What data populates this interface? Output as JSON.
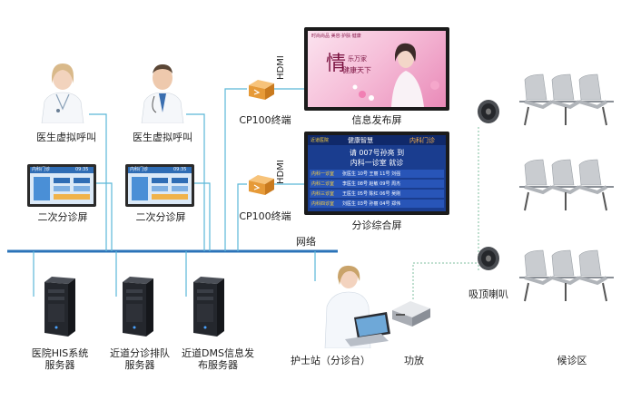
{
  "labels": {
    "doctor_call_1": "医生虚拟呼叫",
    "doctor_call_2": "医生虚拟呼叫",
    "triage_screen_1": "二次分诊屏",
    "triage_screen_2": "二次分诊屏",
    "cp100_1": "CP100终端",
    "cp100_2": "CP100终端",
    "hdmi_1": "HDMI",
    "hdmi_2": "HDMI",
    "info_screen": "信息发布屏",
    "triage_combo_screen": "分诊综合屏",
    "network": "网络",
    "his_server": "医院HIS系统服务器",
    "queue_server": "近道分诊排队服务器",
    "dms_server": "近道DMS信息发布服务器",
    "nurse_station": "护士站（分诊台）",
    "amplifier": "功放",
    "ceiling_speaker": "吸顶喇叭",
    "waiting_area": "候诊区"
  },
  "info_screen_content": {
    "header": "时尚尚品 美容·护肤·健康",
    "big_char": "情",
    "line1": "乐万家",
    "line2": "健康天下"
  },
  "triage_combo_content": {
    "header_left": "近道医院",
    "header_title": "健康智慧",
    "header_right": "内科门诊",
    "call_line1": "请 007号孙亮 到",
    "call_line2": "内科一诊室 就诊",
    "rows": [
      {
        "room": "内科一诊室",
        "text": "张医生 10号 王丽 11号 刘强"
      },
      {
        "room": "内科二诊室",
        "text": "李医生 08号 赵敏 09号 周杰"
      },
      {
        "room": "内科三诊室",
        "text": "王医生 05号 陈红 06号 吴刚"
      },
      {
        "room": "内科四诊室",
        "text": "刘医生 03号 孙丽 04号 郑伟"
      }
    ]
  },
  "triage_screen_content": {
    "title": "内科门诊",
    "time": "09:35"
  },
  "colors": {
    "bus": "#2b73b8",
    "connector": "#5bb8d8",
    "dashed": "#7fbf9f",
    "screen_bezel": "#1b1b1b",
    "triage_bg": "#1a3d8f"
  }
}
